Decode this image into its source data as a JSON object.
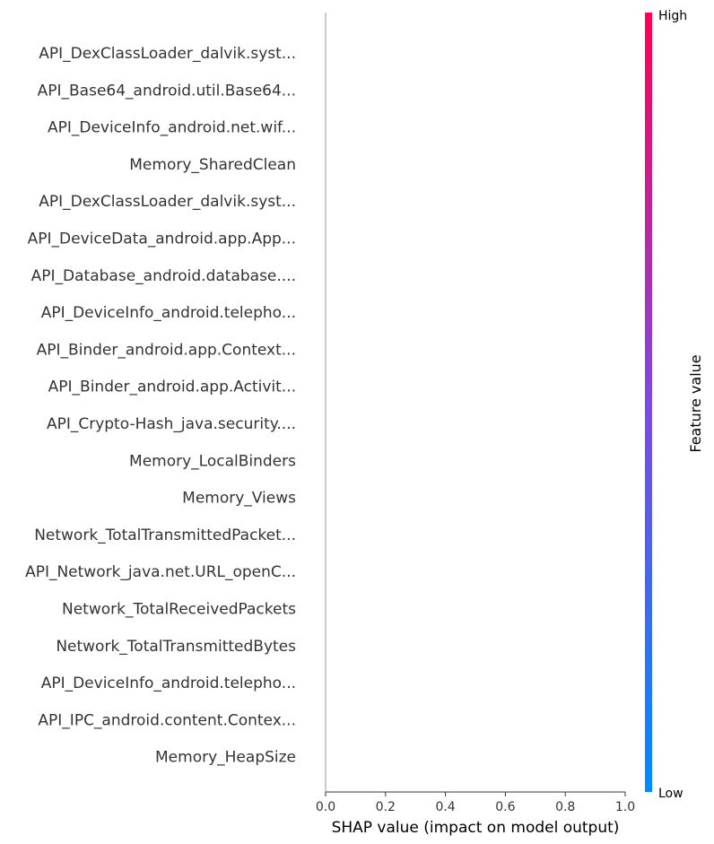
{
  "chart_data": {
    "type": "scatter",
    "subtype": "shap-beeswarm-summary",
    "title": "",
    "xlabel": "SHAP value (impact on model output)",
    "ylabel": "",
    "xlim": [
      0.0,
      1.0
    ],
    "x_ticks": [
      "0.0",
      "0.2",
      "0.4",
      "0.6",
      "0.8",
      "1.0"
    ],
    "features": [
      "API_DexClassLoader_dalvik.syst...",
      "API_Base64_android.util.Base64...",
      "API_DeviceInfo_android.net.wif...",
      "Memory_SharedClean",
      "API_DexClassLoader_dalvik.syst...",
      "API_DeviceData_android.app.App...",
      "API_Database_android.database....",
      "API_DeviceInfo_android.telepho...",
      "API_Binder_android.app.Context...",
      "API_Binder_android.app.Activit...",
      "API_Crypto-Hash_java.security....",
      "Memory_LocalBinders",
      "Memory_Views",
      "Network_TotalTransmittedPacket...",
      "API_Network_java.net.URL_openC...",
      "Network_TotalReceivedPackets",
      "Network_TotalTransmittedBytes",
      "API_DeviceInfo_android.telepho...",
      "API_IPC_android.content.Contex...",
      "Memory_HeapSize"
    ],
    "points": [],
    "grid": false,
    "colorbar": {
      "title": "Feature value",
      "high_label": "High",
      "low_label": "Low",
      "high_color": "#ff0052",
      "mid_color": "#7e4ae0",
      "low_color": "#008bfb"
    }
  }
}
